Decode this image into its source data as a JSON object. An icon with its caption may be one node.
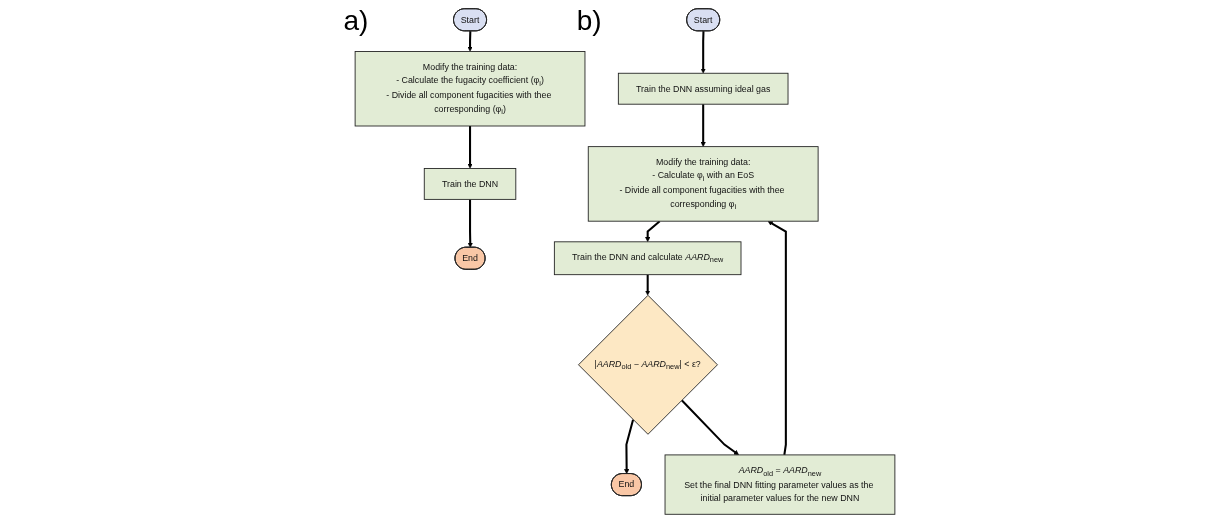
{
  "diagram": {
    "nodes": [
      {
        "text": [
          "Start"
        ]
      },
      {
        "text": [
          "Modify the training data:",
          "- Calculate the fugacity coefficient (φ$_{i}$)",
          "- Divide all component fugacities with thee corresponding (φ$_{i}$)"
        ]
      },
      {
        "text": [
          "Train the DNN"
        ]
      },
      {
        "text": [
          "End"
        ]
      },
      {
        "text": [
          "Start"
        ]
      },
      {
        "text": [
          "Train the DNN assuming ideal gas"
        ]
      },
      {
        "text": [
          "Modify the training data:",
          "- Calculate φ$_{i}$ with an EoS",
          "- Divide all component fugacities with thee corresponding φ$_{i}$"
        ]
      },
      {
        "text": [
          "Train the DNN and calculate *AARD*$_{new}$"
        ]
      },
      {
        "text": [
          "|*AARD*$_{old}$ − *AARD*$_{new}$| < ε?"
        ]
      },
      {
        "text": [
          "End"
        ]
      },
      {
        "text": [
          "*AARD*$_{old}$ = *AARD*$_{new}$",
          "Set the final DNN fitting parameter values as the initial parameter values for the new DNN"
        ]
      }
    ],
    "edges": [
      {
        "from": 0,
        "to": 1,
        "arrow": "to"
      },
      {
        "from": 1,
        "to": 2,
        "arrow": "to"
      },
      {
        "from": 2,
        "to": 3,
        "arrow": "to"
      },
      {
        "from": 4,
        "to": 5,
        "arrow": "to"
      },
      {
        "from": 5,
        "to": 6,
        "arrow": "to"
      },
      {
        "from": 6,
        "to": 7,
        "arrow": "to"
      },
      {
        "from": 7,
        "to": 8,
        "arrow": "to"
      },
      {
        "from": 8,
        "to": 9,
        "arrow": "to"
      },
      {
        "from": 8,
        "to": 10,
        "arrow": "to"
      },
      {
        "from": 10,
        "to": 6,
        "arrow": "to"
      }
    ],
    "labels": [
      "a)",
      "b)"
    ]
  }
}
